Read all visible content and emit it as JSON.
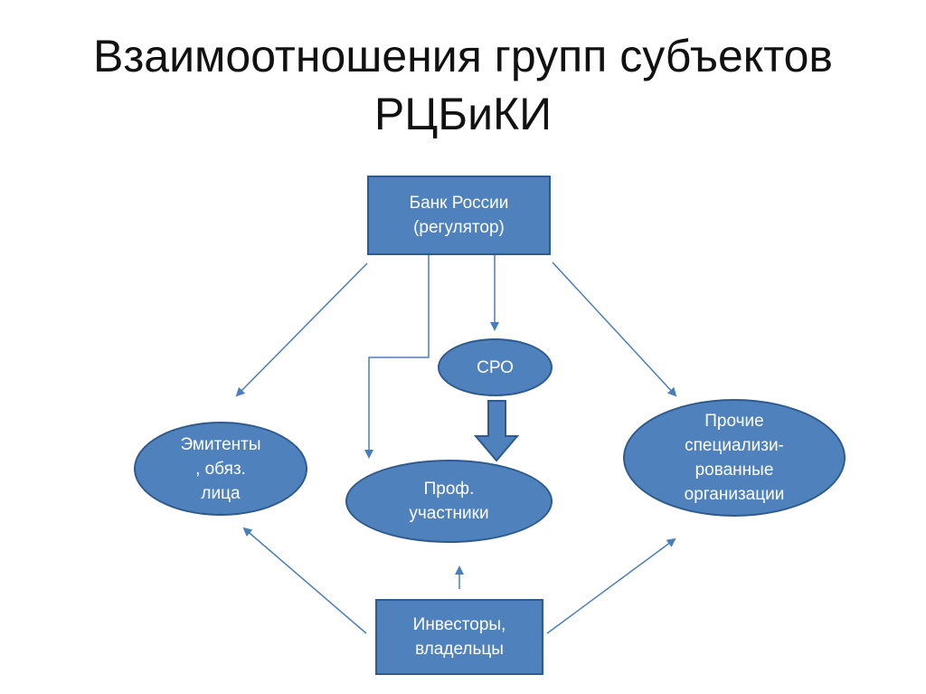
{
  "title": {
    "line1": "Взаимоотношения групп субъектов",
    "line2": "РЦБиКИ"
  },
  "nodes": {
    "bank": "Банк России\n(регулятор)",
    "sro": "СРО",
    "emitters": "Эмитенты\n, обяз.\nлица",
    "prof": "Проф.\nучастники",
    "other": "Прочие\nспециализи-\nрованные\nорганизации",
    "investors": "Инвесторы,\nвладельцы"
  },
  "colors": {
    "node_fill": "#4f81bd",
    "node_border": "#2f5a8e",
    "arrow": "#4a7ebb"
  }
}
